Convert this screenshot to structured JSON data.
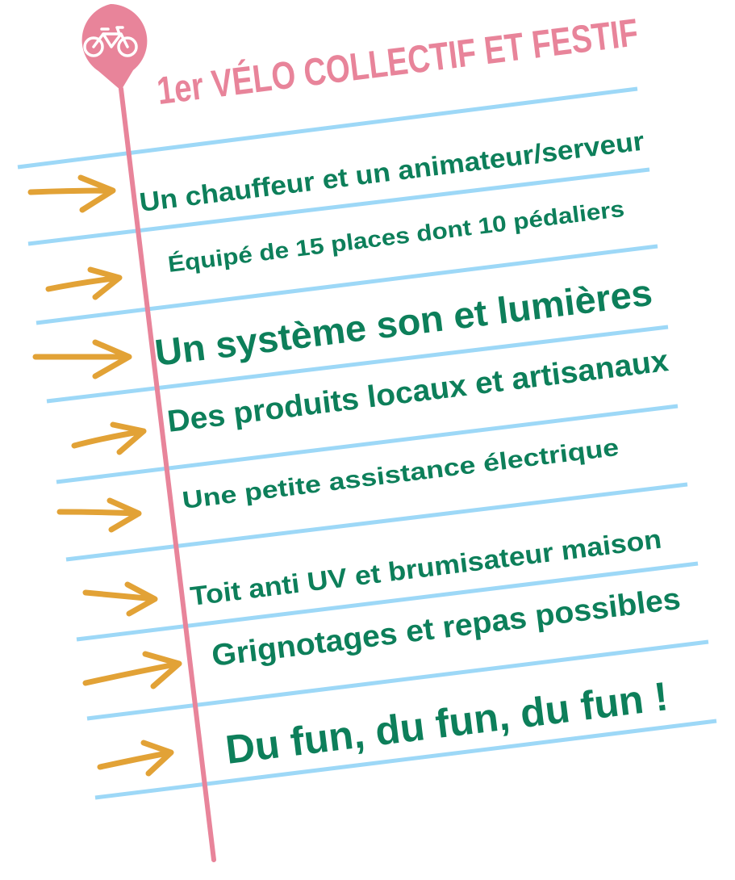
{
  "title": "1er VÉLO COLLECTIF ET FESTIF",
  "items": [
    "Un chauffeur et un animateur/serveur",
    "Équipé de 15 places dont 10 pédaliers",
    "Un système son et lumières",
    "Des produits locaux et artisanaux",
    "Une petite assistance électrique",
    "Toit anti UV et brumisateur maison",
    "Grignotages et repas possibles",
    "Du fun, du fun, du fun !"
  ],
  "colors": {
    "lines": "#9dd8f7",
    "pink": "#e8849a",
    "green": "#0d7f5a",
    "orange": "#e2a236"
  },
  "icon": "bicycle-icon"
}
